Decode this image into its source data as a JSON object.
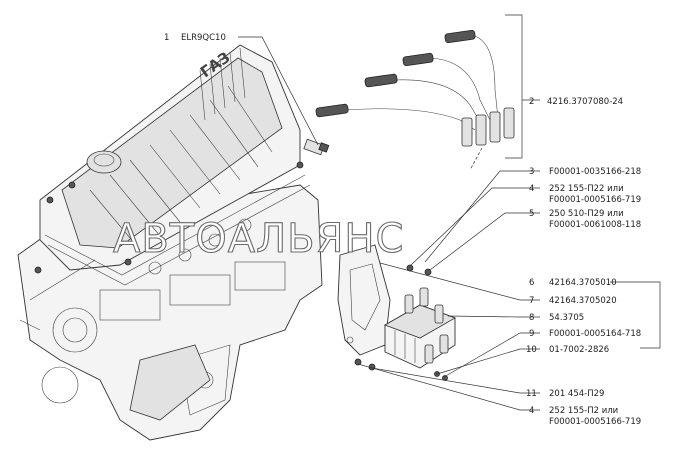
{
  "callouts": [
    {
      "number": "1",
      "code": "ELR9QC10"
    },
    {
      "number": "2",
      "code": "4216.3707080-24"
    },
    {
      "number": "3",
      "code": "F00001-0035166-218"
    },
    {
      "number": "4",
      "code": "252 155-П22 или",
      "code2": "F00001-0005166-719"
    },
    {
      "number": "5",
      "code": "250 510-П29 или",
      "code2": "F00001-0061008-118"
    },
    {
      "number": "6",
      "code": "42164.3705010"
    },
    {
      "number": "7",
      "code": "42164.3705020"
    },
    {
      "number": "8",
      "code": "54.3705"
    },
    {
      "number": "9",
      "code": "F00001-0005164-718"
    },
    {
      "number": "10",
      "code": "01-7002-2826"
    },
    {
      "number": "11",
      "code": "201 454-П29"
    },
    {
      "number": "4",
      "code": "252 155-П2 или",
      "code2": "F00001-0005166-719"
    }
  ],
  "engine_logo": "ГАЗ",
  "watermark": "АВТОАЛЬЯНС",
  "colors": {
    "line": "#333333",
    "part_fill": "#f4f4f4",
    "watermark_stroke": "#6a6a6a"
  }
}
